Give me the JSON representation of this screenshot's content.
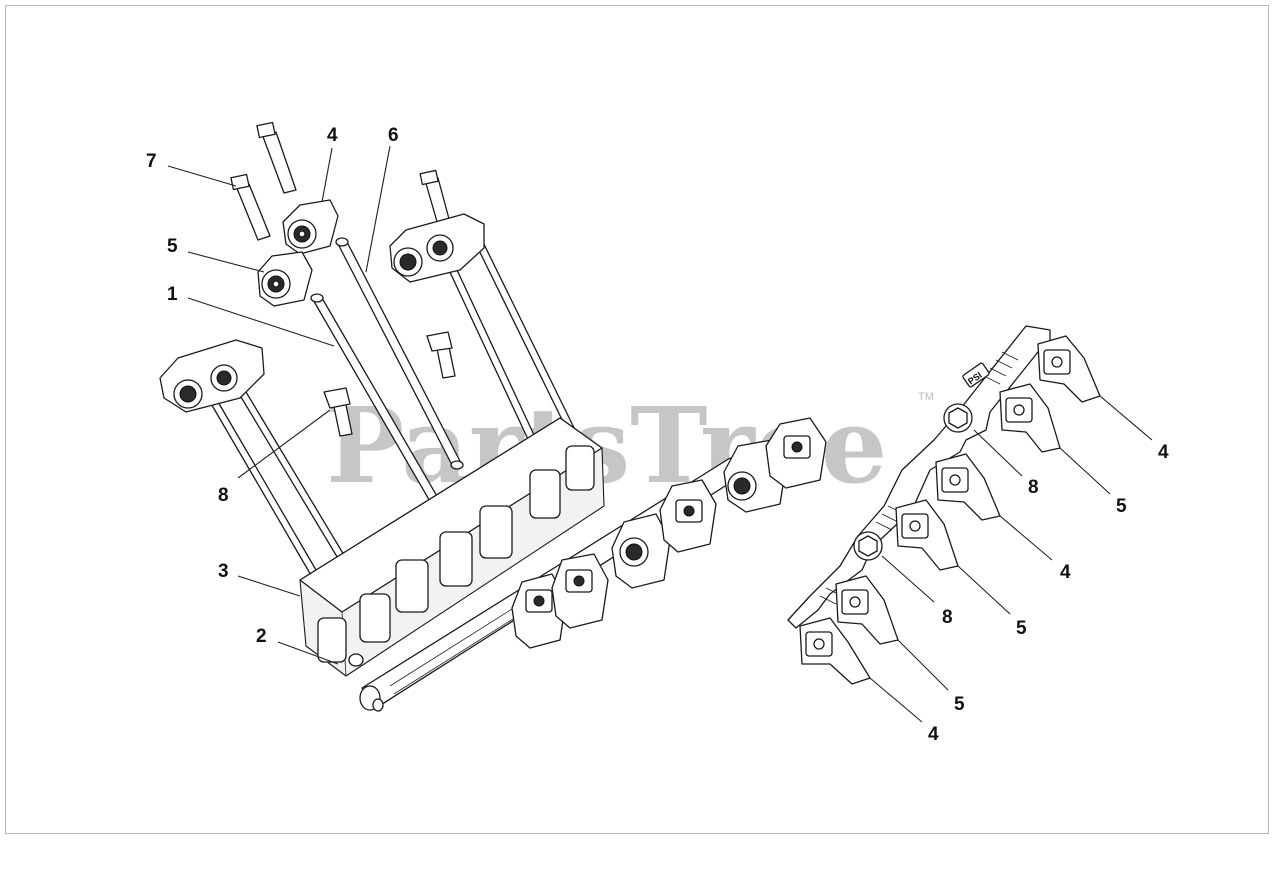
{
  "watermark": {
    "text": "PartsTree",
    "tm": "TM"
  },
  "plate_mark": "PSI",
  "callouts": [
    {
      "id": "c7a",
      "label": "7"
    },
    {
      "id": "c4a",
      "label": "4"
    },
    {
      "id": "c6a",
      "label": "6"
    },
    {
      "id": "c5a",
      "label": "5"
    },
    {
      "id": "c1a",
      "label": "1"
    },
    {
      "id": "c8a",
      "label": "8"
    },
    {
      "id": "c3a",
      "label": "3"
    },
    {
      "id": "c2a",
      "label": "2"
    },
    {
      "id": "c4b",
      "label": "4"
    },
    {
      "id": "c8b",
      "label": "8"
    },
    {
      "id": "c5b",
      "label": "5"
    },
    {
      "id": "c4c",
      "label": "4"
    },
    {
      "id": "c8c",
      "label": "8"
    },
    {
      "id": "c5c",
      "label": "5"
    },
    {
      "id": "c5d",
      "label": "5"
    },
    {
      "id": "c4d",
      "label": "4"
    }
  ],
  "colors": {
    "line": "#1a1a1a",
    "watermark": "#bdbdbd",
    "frame": "#b8b8b8"
  }
}
